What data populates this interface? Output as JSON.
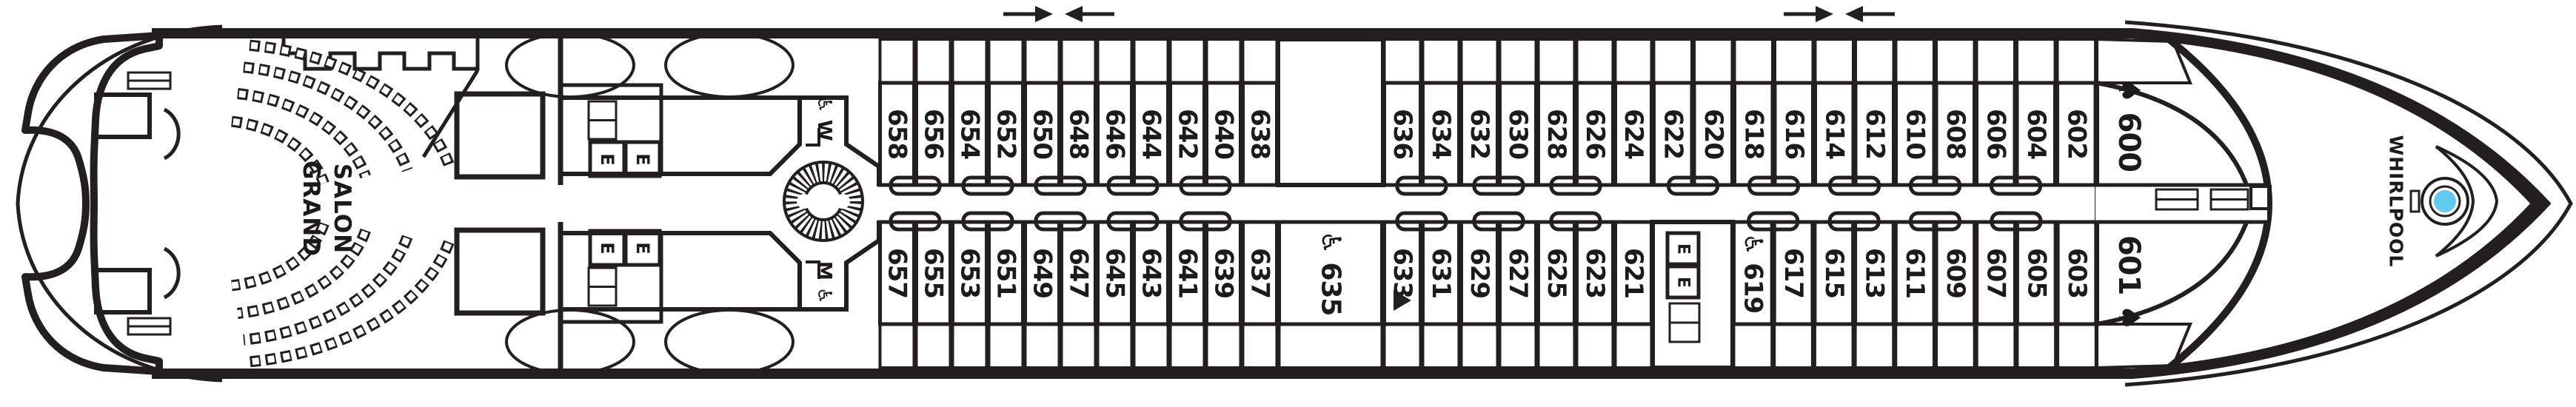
{
  "plan": {
    "labels": {
      "grand_salon_line1": "GRAND",
      "grand_salon_line2": "SALON",
      "whirlpool": "WHIRLPOOL",
      "wc_women": "♿ W",
      "wc_men": "M ♿",
      "elevator": "E"
    },
    "symbols": {
      "suite": "♠",
      "accessible": "♿",
      "marker": "▶"
    },
    "colors": {
      "cabin_purple": "#ae7dae",
      "cabin_green": "#9fa469",
      "cabin_pink": "#f6a3b1",
      "cabin_accessible_blue": "#98a2c4",
      "deck_gold": "#e5aa1e",
      "deck_stripe": "#bb7f15",
      "balcony_gold": "#f0b02a",
      "balcony_stripe": "#c58317",
      "whirlpool_blue": "#62c9ef",
      "outline_black": "#231f20"
    },
    "cabins": {
      "top_row": [
        {
          "number": "658",
          "category": "verandah",
          "display": "658"
        },
        {
          "number": "656",
          "category": "verandah",
          "display": "656"
        },
        {
          "number": "654",
          "category": "verandah",
          "display": "654"
        },
        {
          "number": "652",
          "category": "verandah",
          "display": "652"
        },
        {
          "number": "650",
          "category": "verandah",
          "display": "650"
        },
        {
          "number": "648",
          "category": "verandah",
          "display": "648"
        },
        {
          "number": "646",
          "category": "verandah",
          "display": "646"
        },
        {
          "number": "644",
          "category": "verandah",
          "display": "644"
        },
        {
          "number": "642",
          "category": "verandah",
          "display": "642"
        },
        {
          "number": "640",
          "category": "verandah",
          "display": "640"
        },
        {
          "number": "638",
          "category": "verandah",
          "display": "638"
        },
        {
          "number": "636",
          "category": "verandah",
          "display": "636"
        },
        {
          "number": "634",
          "category": "verandah",
          "display": "634"
        },
        {
          "number": "632",
          "category": "verandah",
          "display": "632"
        },
        {
          "number": "630",
          "category": "verandah",
          "display": "630"
        },
        {
          "number": "628",
          "category": "verandah",
          "display": "628"
        },
        {
          "number": "626",
          "category": "verandah",
          "display": "626"
        },
        {
          "number": "624",
          "category": "verandah",
          "display": "624"
        },
        {
          "number": "622",
          "category": "verandah_fwd",
          "display": "622"
        },
        {
          "number": "620",
          "category": "verandah_fwd",
          "display": "620"
        },
        {
          "number": "618",
          "category": "verandah_fwd",
          "display": "618"
        },
        {
          "number": "616",
          "category": "verandah_fwd",
          "display": "616"
        },
        {
          "number": "614",
          "category": "verandah_fwd",
          "display": "614"
        },
        {
          "number": "612",
          "category": "verandah_fwd",
          "display": "612"
        },
        {
          "number": "610",
          "category": "verandah_fwd",
          "display": "610"
        },
        {
          "number": "608",
          "category": "verandah_fwd",
          "display": "608"
        },
        {
          "number": "606",
          "category": "verandah_fwd",
          "display": "606"
        },
        {
          "number": "604",
          "category": "verandah_fwd",
          "display": "604"
        },
        {
          "number": "602",
          "category": "verandah_fwd",
          "display": "602"
        },
        {
          "number": "600",
          "category": "suite",
          "display": "♠ 600",
          "suite": true
        }
      ],
      "bottom_row": [
        {
          "number": "657",
          "category": "verandah",
          "display": "657"
        },
        {
          "number": "655",
          "category": "verandah",
          "display": "655"
        },
        {
          "number": "653",
          "category": "verandah",
          "display": "653"
        },
        {
          "number": "651",
          "category": "verandah",
          "display": "651"
        },
        {
          "number": "649",
          "category": "verandah",
          "display": "649"
        },
        {
          "number": "647",
          "category": "verandah",
          "display": "647"
        },
        {
          "number": "645",
          "category": "verandah",
          "display": "645"
        },
        {
          "number": "643",
          "category": "verandah",
          "display": "643"
        },
        {
          "number": "641",
          "category": "verandah",
          "display": "641"
        },
        {
          "number": "639",
          "category": "verandah",
          "display": "639"
        },
        {
          "number": "637",
          "category": "verandah",
          "display": "637"
        },
        {
          "number": "635",
          "category": "accessible",
          "display": "♿ 635",
          "accessible": true
        },
        {
          "number": "633",
          "category": "verandah",
          "display": "633",
          "marker": "▶"
        },
        {
          "number": "631",
          "category": "verandah",
          "display": "631"
        },
        {
          "number": "629",
          "category": "verandah",
          "display": "629"
        },
        {
          "number": "627",
          "category": "verandah",
          "display": "627"
        },
        {
          "number": "625",
          "category": "verandah",
          "display": "625"
        },
        {
          "number": "623",
          "category": "verandah",
          "display": "623"
        },
        {
          "number": "621",
          "category": "verandah",
          "display": "621"
        },
        {
          "number": "619",
          "category": "verandah_fwd",
          "display": "♿ 619",
          "accessible": true
        },
        {
          "number": "617",
          "category": "verandah_fwd",
          "display": "617"
        },
        {
          "number": "615",
          "category": "verandah_fwd",
          "display": "615"
        },
        {
          "number": "613",
          "category": "verandah_fwd",
          "display": "613"
        },
        {
          "number": "611",
          "category": "verandah_fwd",
          "display": "611"
        },
        {
          "number": "609",
          "category": "verandah_fwd",
          "display": "609"
        },
        {
          "number": "607",
          "category": "verandah_fwd",
          "display": "607"
        },
        {
          "number": "605",
          "category": "verandah_fwd",
          "display": "605"
        },
        {
          "number": "603",
          "category": "verandah_fwd",
          "display": "603"
        },
        {
          "number": "601",
          "category": "suite",
          "display": "601 ♠",
          "suite": true
        }
      ]
    }
  }
}
